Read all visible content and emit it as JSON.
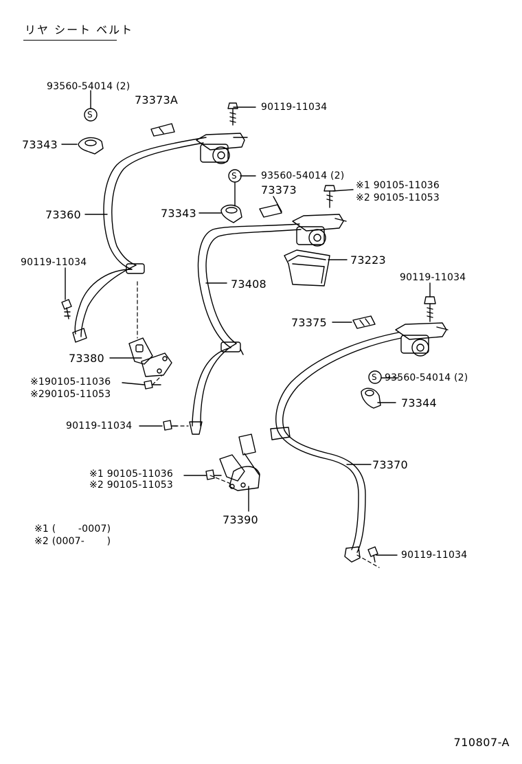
{
  "title": "リヤ シート ベルト",
  "figure_code": "710807-A",
  "labels": {
    "p_93560_a": "93560-54014 (2)",
    "p_73373a": "73373A",
    "p_90119_top": "90119-11034",
    "p_73343_a": "73343",
    "p_93560_b": "93560-54014 (2)",
    "p_73373": "73373",
    "p_x1_a": "※1 90105-11036",
    "p_x2_a": "※2 90105-11053",
    "p_73360": "73360",
    "p_73343_b": "73343",
    "p_90119_left": "90119-11034",
    "p_73223": "73223",
    "p_73408": "73408",
    "p_90119_right": "90119-11034",
    "p_73375": "73375",
    "p_73380": "73380",
    "p_x1_b": "※190105-11036",
    "p_x2_b": "※290105-11053",
    "p_93560_c": "93560-54014 (2)",
    "p_73344": "73344",
    "p_90119_mid": "90119-11034",
    "p_73370": "73370",
    "p_x1_c": "※1 90105-11036",
    "p_x2_c": "※2 90105-11053",
    "p_73390": "73390",
    "p_90119_bot": "90119-11034"
  },
  "notes": {
    "n1": "※1 (       -0007)",
    "n2": "※2 (0007-       )"
  },
  "symbols": {
    "s_mark": "S"
  }
}
